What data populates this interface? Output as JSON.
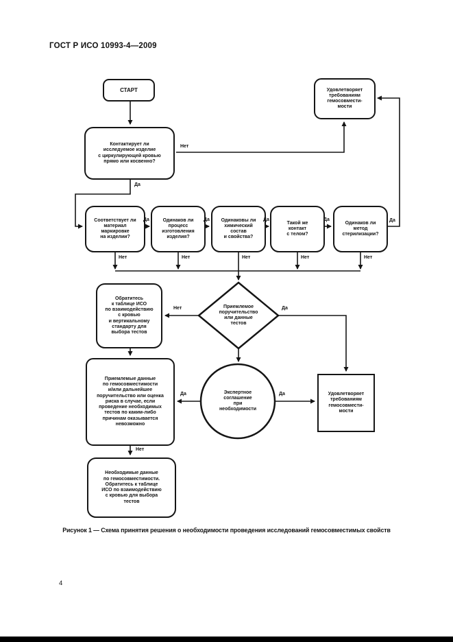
{
  "page": {
    "header": "ГОСТ Р ИСО 10993-4—2009",
    "caption": "Рисунок 1 — Схема принятия решения о необходимости проведения исследований гемосовместимых свойств",
    "page_number": "4"
  },
  "flowchart": {
    "nodes": {
      "start": "СТАРТ",
      "meets_requirements_top": "Удовлетворяет\nтребованиям\nгемосовмести-\nмости",
      "contacts_blood": "Контактирует ли\nисследуемое изделие\nс циркулирующей кровью\nпрямо или косвенно?",
      "material_matches": "Соответствует ли\nматериал\nмаркировке\nна изделии?",
      "same_process": "Одинаков ли\nпроцесс\nизготовления\nизделия?",
      "same_composition": "Одинаковы ли\nхимический\nсостав\nи свойства?",
      "same_body_contact": "Такой же\nконтакт\nс телом?",
      "same_sterilization": "Одинаков ли\nметод\nстерилизации?",
      "consult_iso_vertical": "Обратитесь\nк таблице ИСО\nпо взаимодействию\nс кровью\nи вертикальному\nстандарту для\nвыбора тестов",
      "acceptable_guarantee": "Приемлемое\nпоручительство\nили данные\nтестов",
      "acceptable_data": "Приемлемые данные\nпо гемосовместимости\nи/или дальнейшее\nпоручительство или оценка\nриска в случае, если\nпроведение необходимых\nтестов по каким-либо\nпричинам оказывается\nневозможно",
      "expert_agreement": "Экспертное\nсоглашение\nпри\nнеобходимости",
      "meets_requirements_bottom": "Удовлетворяет\nтребованиям\nгемосовмести-\nмости",
      "required_data": "Необходимые данные\nпо гемосовместимости.\nОбратитесь к таблице\nИСО по взаимодействию\nс кровью для выбора\nтестов"
    },
    "edge_labels": {
      "contact_no": "Нет",
      "contact_yes": "Да",
      "q1_yes": "Да",
      "q2_yes": "Да",
      "q3_yes": "Да",
      "q4_yes": "Да",
      "q5_yes": "Да",
      "q1_no": "Нет",
      "q2_no": "Нет",
      "q3_no": "Нет",
      "q4_no": "Нет",
      "q5_no": "Нет",
      "diamond_no": "Нет",
      "diamond_yes": "Да",
      "expert_yes_left": "Да",
      "expert_yes_right": "Да",
      "acceptable_no": "Нет"
    },
    "colors": {
      "line": "#151515",
      "fill": "#ffffff"
    }
  }
}
